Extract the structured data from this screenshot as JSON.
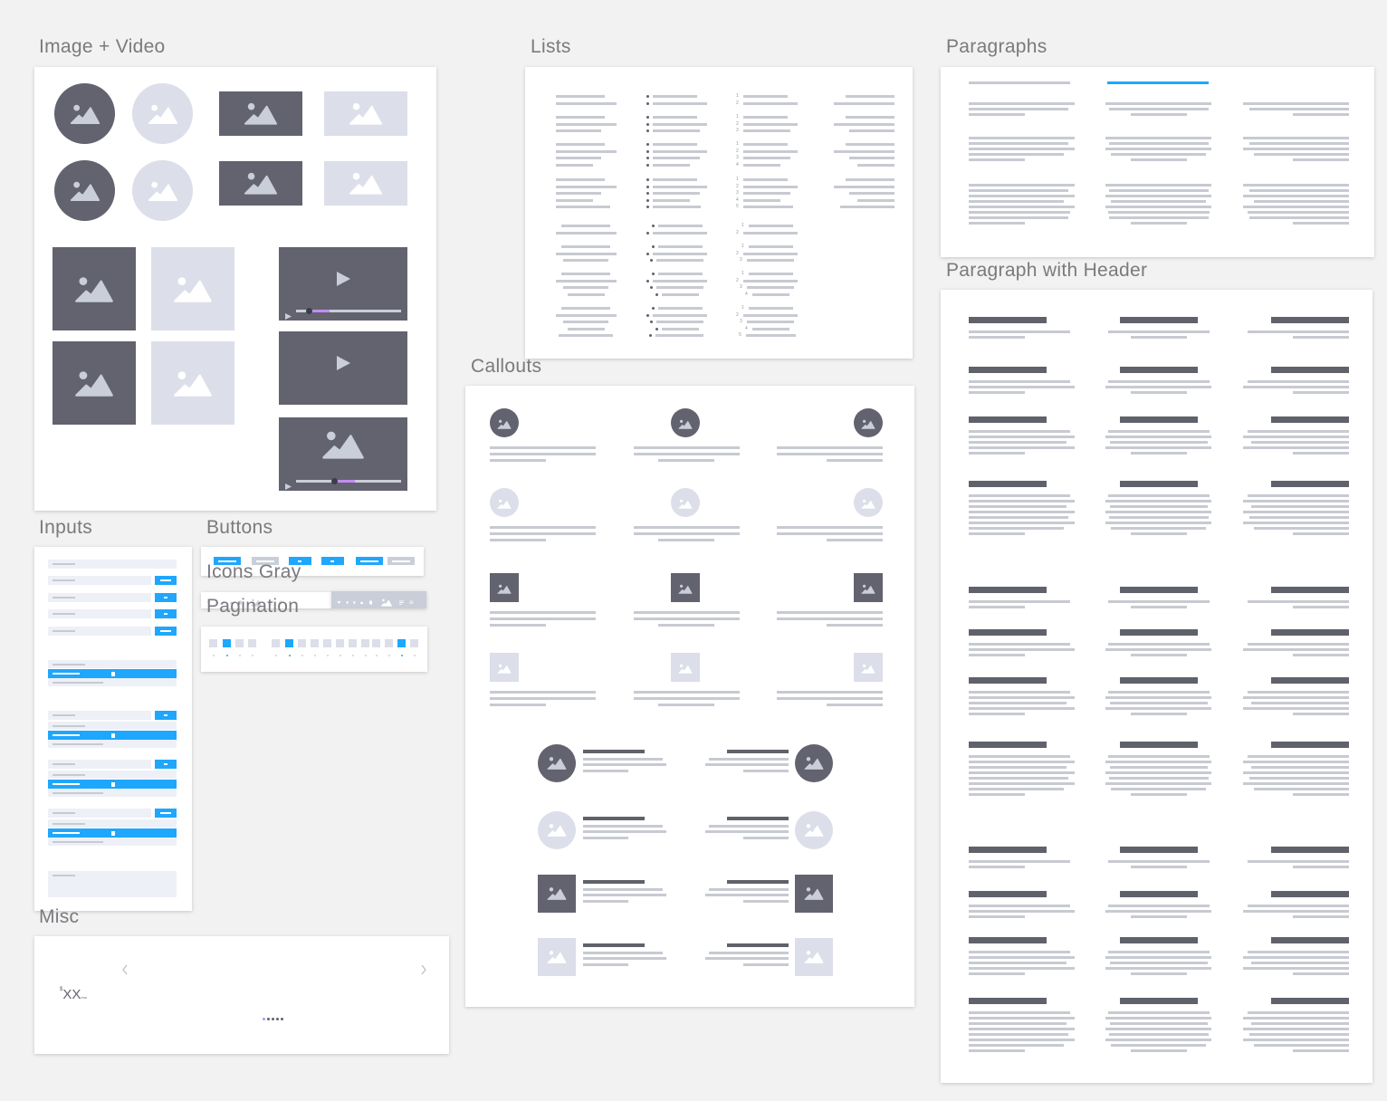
{
  "sections": {
    "image_video": "Image + Video",
    "lists": "Lists",
    "paragraphs": "Paragraphs",
    "paragraph_header": "Paragraph with Header",
    "callouts": "Callouts",
    "inputs": "Inputs",
    "buttons": "Buttons",
    "icons_gray": "Icons Gray",
    "pagination": "Pagination",
    "misc": "Misc"
  },
  "lists": {
    "numbers": [
      "1",
      "2",
      "3",
      "4",
      "5"
    ]
  },
  "misc": {
    "currency": "$",
    "price": "XX",
    "period": "/mo",
    "prev_icon": "chevron-left-icon",
    "next_icon": "chevron-right-icon",
    "carousel_dots": 5,
    "active_dot": 1
  },
  "video": {
    "progress_1": 0.1,
    "progress_2": 0.3
  },
  "colors": {
    "dark": "#62636f",
    "light": "#dcdee9",
    "accent": "#1ea7fd",
    "progress": "#c08ef0",
    "line": "#c8cad2",
    "header": "#5f616b"
  }
}
